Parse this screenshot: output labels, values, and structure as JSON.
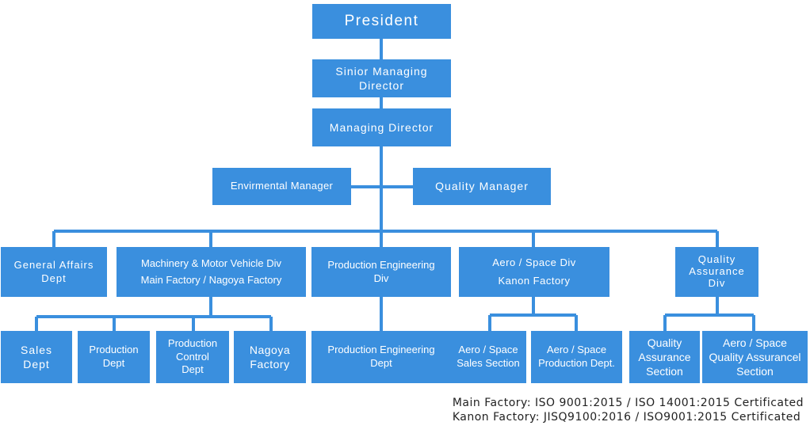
{
  "colors": {
    "box": "#3a8fde",
    "line": "#3a8fde",
    "text": "#ffffff"
  },
  "org": {
    "president": "President",
    "senior_md": "Sinior Managing\nDirector",
    "md": "Managing Director",
    "env_manager": "Envirmental Manager",
    "quality_manager": "Quality Manager",
    "divisions": {
      "general_affairs": "General Affairs\nDept",
      "machinery": "Machinery &  Motor Vehicle Div\nMain Factory / Nagoya Factory",
      "production_engineering": "Production Engineering\nDiv",
      "aero_space": "Aero / Space Div\nKanon Factory",
      "quality_assurance": "Quality\nAssurance\nDiv"
    },
    "departments": {
      "sales": "Sales\nDept",
      "production": "Production\nDept",
      "production_control": "Production\nControl\nDept",
      "nagoya": "Nagoya\nFactory",
      "prod_eng_dept": "Production Engineering\nDept",
      "aero_sales": "Aero / Space\nSales Section",
      "aero_production": "Aero / Space\nProduction Dept.",
      "qa_section": "Quality\nAssurance\nSection",
      "aero_qa_section": "Aero / Space\nQuality Assurancel\nSection"
    }
  },
  "certifications": [
    "Main Factory: ISO 9001:2015 / ISO 14001:2015 Certificated",
    "Kanon Factory: JISQ9100:2016 / ISO9001:2015 Certificated"
  ]
}
